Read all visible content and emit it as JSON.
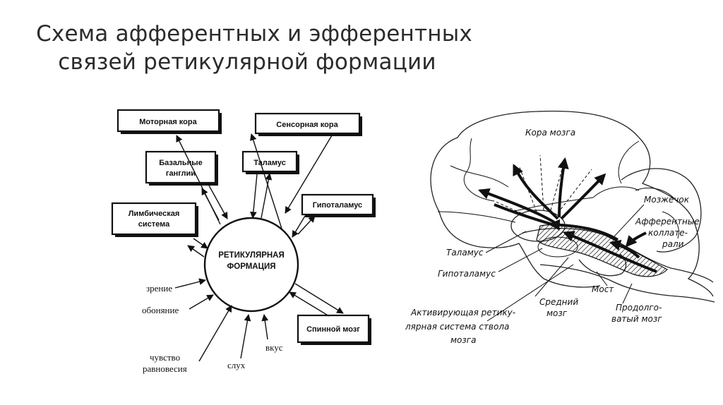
{
  "title": {
    "line1": "Схема афферентных и эфферентных",
    "line2": "связей ретикулярной формации"
  },
  "left_diagram": {
    "center_line1": "РЕТИКУЛЯРНАЯ",
    "center_line2": "ФОРМАЦИЯ",
    "boxes": {
      "motor_cortex": "Моторная кора",
      "basal_ganglia_1": "Базальные",
      "basal_ganglia_2": "ганглии",
      "limbic_1": "Лимбическая",
      "limbic_2": "система",
      "sensory_cortex": "Сенсорная кора",
      "thalamus": "Таламус",
      "hypothalamus": "Гипоталамус",
      "spinal_cord": "Спинной мозг"
    },
    "senses": {
      "vision": "зрение",
      "smell": "обоняние",
      "balance_1": "чувство",
      "balance_2": "равновесия",
      "hearing": "слух",
      "taste": "вкус"
    }
  },
  "right_diagram": {
    "cortex": "Кора мозга",
    "cerebellum": "Мозжечок",
    "afferent_1": "Афферентные",
    "afferent_2": "коллате-",
    "afferent_3": "рали",
    "thalamus": "Таламус",
    "hypothalamus": "Гипоталамус",
    "midbrain_1": "Средний",
    "midbrain_2": "мозг",
    "pons": "Мост",
    "medulla_1": "Продолго-",
    "medulla_2": "ватый мозг",
    "aras_1": "Активирующая ретику-",
    "aras_2": "лярная система ствола",
    "aras_3": "мозга"
  }
}
